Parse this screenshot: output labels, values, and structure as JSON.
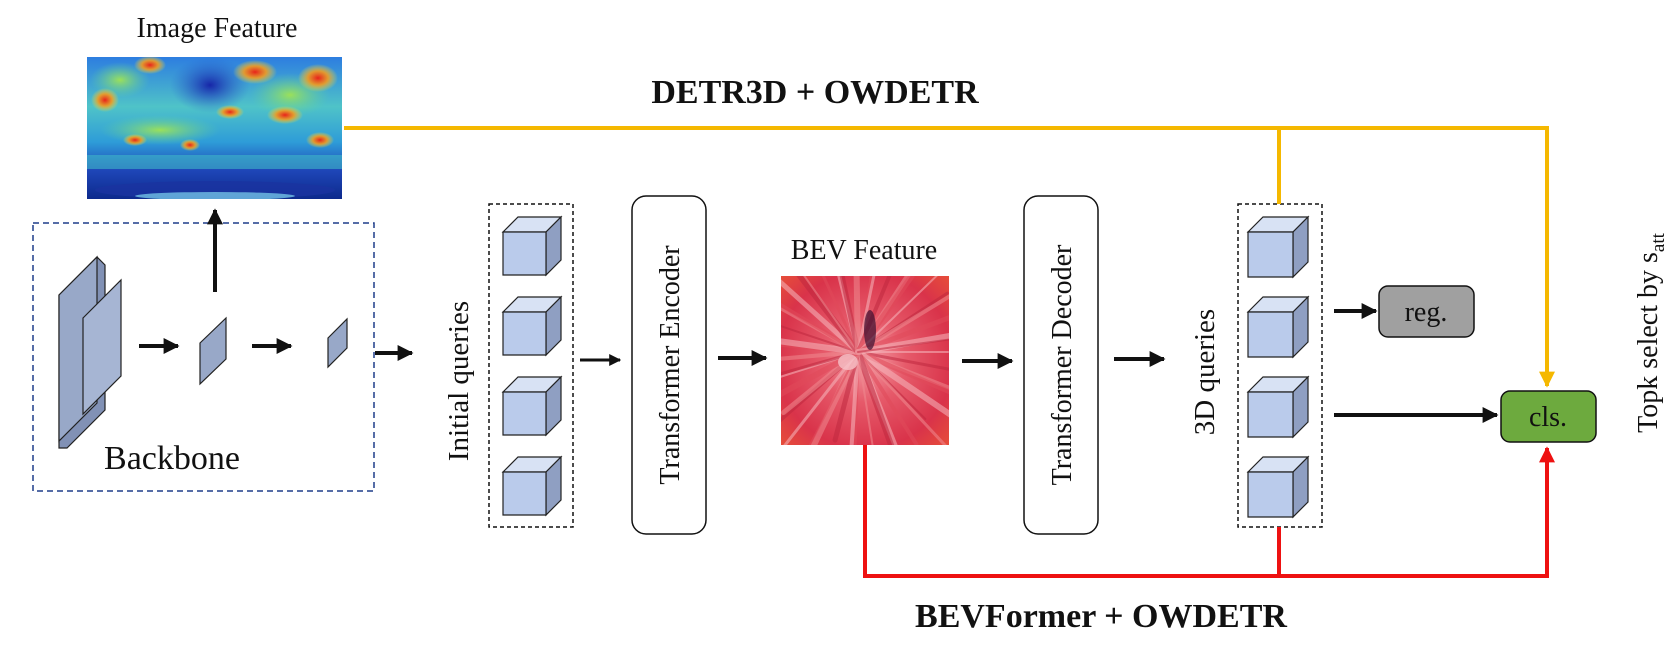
{
  "labels": {
    "image_feature": "Image Feature",
    "detr3d_owdetr": "DETR3D + OWDETR",
    "backbone": "Backbone",
    "initial_queries": "Initial queries",
    "transformer_encoder": "Transformer Encoder",
    "bev_feature": "BEV Feature",
    "transformer_decoder": "Transformer Decoder",
    "queries_3d": "3D queries",
    "reg": "reg.",
    "cls": "cls.",
    "topk_select": "Topk select by s",
    "topk_subscript": "att",
    "bevformer_owdetr": "BEVFormer + OWDETR"
  },
  "colors": {
    "detr3d_path": "#F5B800",
    "bevformer_path": "#EE1111",
    "backbone_box_border": "#1F3D8A",
    "layer_fill": "#98A8C8",
    "cube_front": "#BACBEB",
    "cube_top": "#D8E2F4",
    "cube_side": "#8F9FC2",
    "reg_fill": "#A0A0A0",
    "cls_fill": "#6DAA3E",
    "arrow": "#111111"
  },
  "icons": {
    "image_feature": "heatmap-image",
    "bev_feature": "bev-feature-image",
    "query_cube": "cube-icon"
  }
}
